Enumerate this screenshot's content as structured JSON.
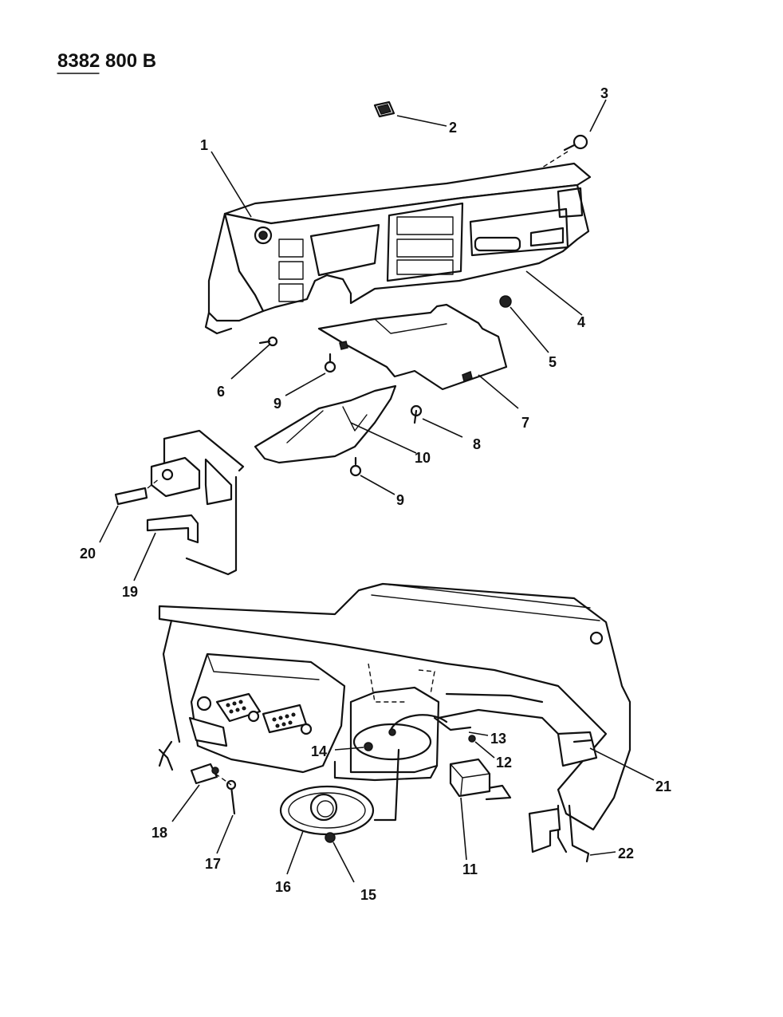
{
  "diagram": {
    "reference_code": "8382 800 B",
    "callouts": [
      "1",
      "2",
      "3",
      "4",
      "5",
      "6",
      "7",
      "8",
      "9",
      "9",
      "10",
      "11",
      "12",
      "13",
      "14",
      "15",
      "16",
      "17",
      "18",
      "19",
      "20",
      "21",
      "22"
    ]
  }
}
